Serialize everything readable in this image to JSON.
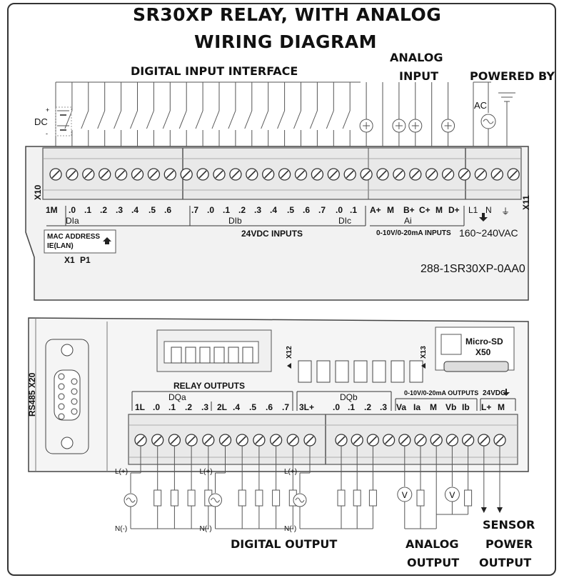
{
  "title_line1": "SR30XP RELAY, WITH ANALOG",
  "title_line2": "WIRING DIAGRAM",
  "sections": {
    "digital_input": "DIGITAL INPUT INTERFACE",
    "analog_input_1": "ANALOG",
    "analog_input_2": "INPUT",
    "powered_by": "POWERED BY",
    "digital_output": "DIGITAL OUTPUT",
    "analog_output_1": "ANALOG",
    "analog_output_2": "OUTPUT",
    "sensor_power_1": "SENSOR",
    "sensor_power_2": "POWER",
    "sensor_power_3": "OUTPUT"
  },
  "top_module": {
    "dc_label": "DC",
    "ac_label": "AC",
    "x10": "X10",
    "x11": "X11",
    "input_terminals": [
      "1M",
      ".0",
      ".1",
      ".2",
      ".3",
      ".4",
      ".5",
      ".6",
      ".7",
      ".0",
      ".1",
      ".2",
      ".3",
      ".4",
      ".5",
      ".6",
      ".7",
      ".0",
      ".1"
    ],
    "analog_terminals": [
      "A+",
      "M",
      "B+",
      "C+",
      "M",
      "D+"
    ],
    "power_terminals": [
      "L1",
      "N",
      "⏚"
    ],
    "group_dia": "DIa",
    "group_dib": "DIb",
    "group_dic": "DIc",
    "group_ai": "Ai",
    "inputs_caption": "24VDC INPUTS",
    "analog_caption": "0-10V/0-20mA INPUTS",
    "voltage_caption": "160~240VAC",
    "mac_line1": "MAC ADDRESS",
    "mac_line2": "IE(LAN)",
    "x1": "X1",
    "p1": "P1",
    "model": "288-1SR30XP-0AA0"
  },
  "bottom_module": {
    "rs485": "RS485 X20",
    "x12": "X12",
    "x13": "X13",
    "sd_line1": "Micro-SD",
    "sd_line2": "X50",
    "relay_caption": "RELAY OUTPUTS",
    "group_dqa": "DQa",
    "group_dqb": "DQb",
    "analog_out_caption": "0-10V/0-20mA OUTPUTS",
    "dc24_caption": "24VDC",
    "output_terminals": [
      "1L",
      ".0",
      ".1",
      ".2",
      ".3",
      "2L",
      ".4",
      ".5",
      ".6",
      ".7",
      "3L+",
      ".0",
      ".1",
      ".2",
      ".3",
      "Va",
      "Ia",
      "M",
      "Vb",
      "Ib",
      "L+",
      "M"
    ],
    "lplus": "L(+)",
    "nminus": "N(-)",
    "v_meter": "V"
  }
}
